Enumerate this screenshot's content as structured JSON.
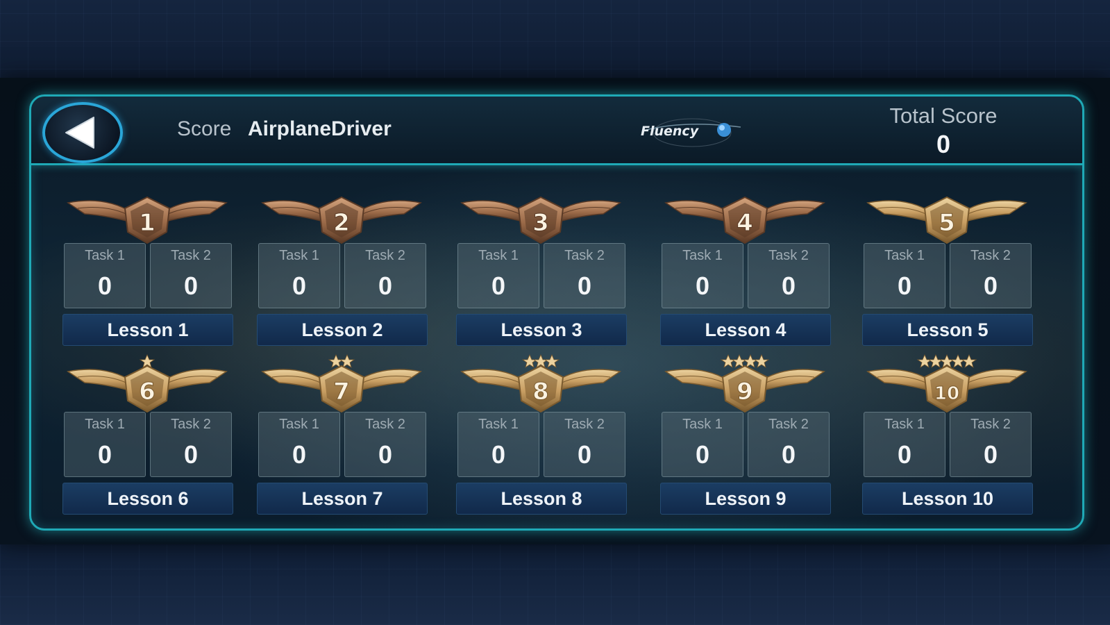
{
  "header": {
    "back_icon": "back-arrow-icon",
    "score_label": "Score",
    "player_name": "AirplaneDriver",
    "logo_text": "Fluency",
    "total_score_label": "Total Score",
    "total_score_value": "0"
  },
  "task_labels": [
    "Task 1",
    "Task 2"
  ],
  "lessons": [
    {
      "number": "1",
      "label": "Lesson 1",
      "task1": "0",
      "task2": "0"
    },
    {
      "number": "2",
      "label": "Lesson 2",
      "task1": "0",
      "task2": "0"
    },
    {
      "number": "3",
      "label": "Lesson 3",
      "task1": "0",
      "task2": "0"
    },
    {
      "number": "4",
      "label": "Lesson 4",
      "task1": "0",
      "task2": "0"
    },
    {
      "number": "5",
      "label": "Lesson 5",
      "task1": "0",
      "task2": "0"
    },
    {
      "number": "6",
      "label": "Lesson 6",
      "task1": "0",
      "task2": "0"
    },
    {
      "number": "7",
      "label": "Lesson 7",
      "task1": "0",
      "task2": "0"
    },
    {
      "number": "8",
      "label": "Lesson 8",
      "task1": "0",
      "task2": "0"
    },
    {
      "number": "9",
      "label": "Lesson 9",
      "task1": "0",
      "task2": "0"
    },
    {
      "number": "10",
      "label": "Lesson 10",
      "task1": "0",
      "task2": "0"
    }
  ],
  "colors": {
    "panel_border": "#1fa9b6",
    "back_button_ring": "#2aa6d8",
    "badge_bronze": "#b0784e",
    "badge_gold": "#d7b47a",
    "lesson_label_bg": "#11294a"
  }
}
